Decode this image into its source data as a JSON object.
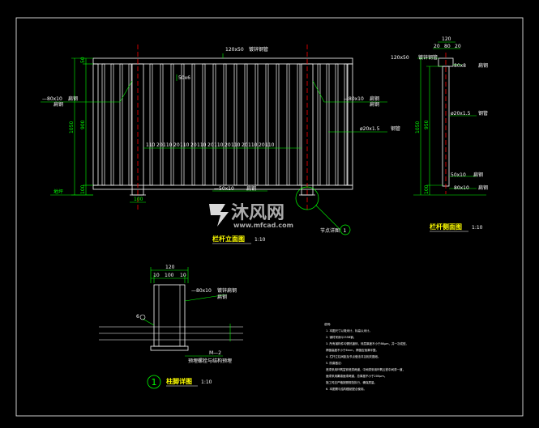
{
  "elevation": {
    "title": "栏杆立面图",
    "scale": "1:10",
    "top_rail": "120x50",
    "top_rail_note": "镀锌钢管",
    "rail_left": "—80x10",
    "rail_left_note": "扁钢",
    "rail_right": "—80x10",
    "rail_right_note": "扁钢",
    "baluster": "ø20x1.5",
    "baluster_note": "钢管",
    "bottom_bar": "—50x10",
    "bottom_bar_note": "扁钢",
    "tag_50": "50x6",
    "height_total": "1050",
    "height_mid": "900",
    "height_top": "50",
    "height_bottom": "100",
    "spacing": [
      "110",
      "20",
      "110",
      "20",
      "110",
      "20",
      "110",
      "20",
      "110",
      "20",
      "110",
      "20",
      "110",
      "20",
      "110"
    ],
    "post_offset": "100",
    "ground_label": "地坪",
    "detail_callout": "1",
    "callout_note": "节点详图"
  },
  "side": {
    "title": "栏杆侧面图",
    "scale": "1:10",
    "top_width": "120",
    "sub_dims": [
      "20",
      "80",
      "20"
    ],
    "top_rail": "120x50",
    "top_rail_note": "镀锌钢管",
    "cap": "80x8",
    "cap_note": "扁钢",
    "baluster": "ø20x1.5",
    "baluster_note": "钢管",
    "bar1": "50x10",
    "bar1_note": "扁钢",
    "bar2": "80x10",
    "bar2_note": "扁钢",
    "height_total": "1050",
    "height_mid": "950",
    "height_bottom": "100"
  },
  "detail": {
    "title": "柱脚详图",
    "scale": "1:10",
    "callout": "1",
    "top_width": "120",
    "sub_dims": [
      "10",
      "100",
      "10"
    ],
    "plate": "—80x10",
    "plate_note": "镀锌扁钢",
    "plate_sub": "扁钢",
    "weld": "6",
    "anchor": "M—2",
    "anchor_note": "预埋螺栓与结构预埋"
  },
  "notes": {
    "heading": "说明:",
    "lines": [
      "1. 本图尺寸以毫米计，标高以米计。",
      "2. 钢材采用Q235B钢。",
      "3. 所有钢构件均需热镀锌，锌层厚度不小于86μm，并一次成型。",
      "   焊缝高度不小于6mm，焊缝应饱满平整。",
      "4. 栏杆立柱间距及节点做法详见相关图纸。",
      "5. 防腐做法:",
      "   底漆采用环氧富锌底漆两道，中间漆采用环氧云铁中间漆一道，",
      "   面漆采用氟碳面漆两道，总厚度不小于200μm。",
      "   施工时应严格按照规范执行，确保质量。",
      "6. 本图需与结构图纸配合使用。"
    ]
  },
  "watermark": {
    "brand": "沐风网",
    "url": "www.mfcad.com"
  },
  "colors": {
    "background": "#000000",
    "dimension": "#00ff00",
    "linework": "#ffffff",
    "title": "#ffff00",
    "centerline": "#ff0000",
    "frame": "#ffffff"
  }
}
